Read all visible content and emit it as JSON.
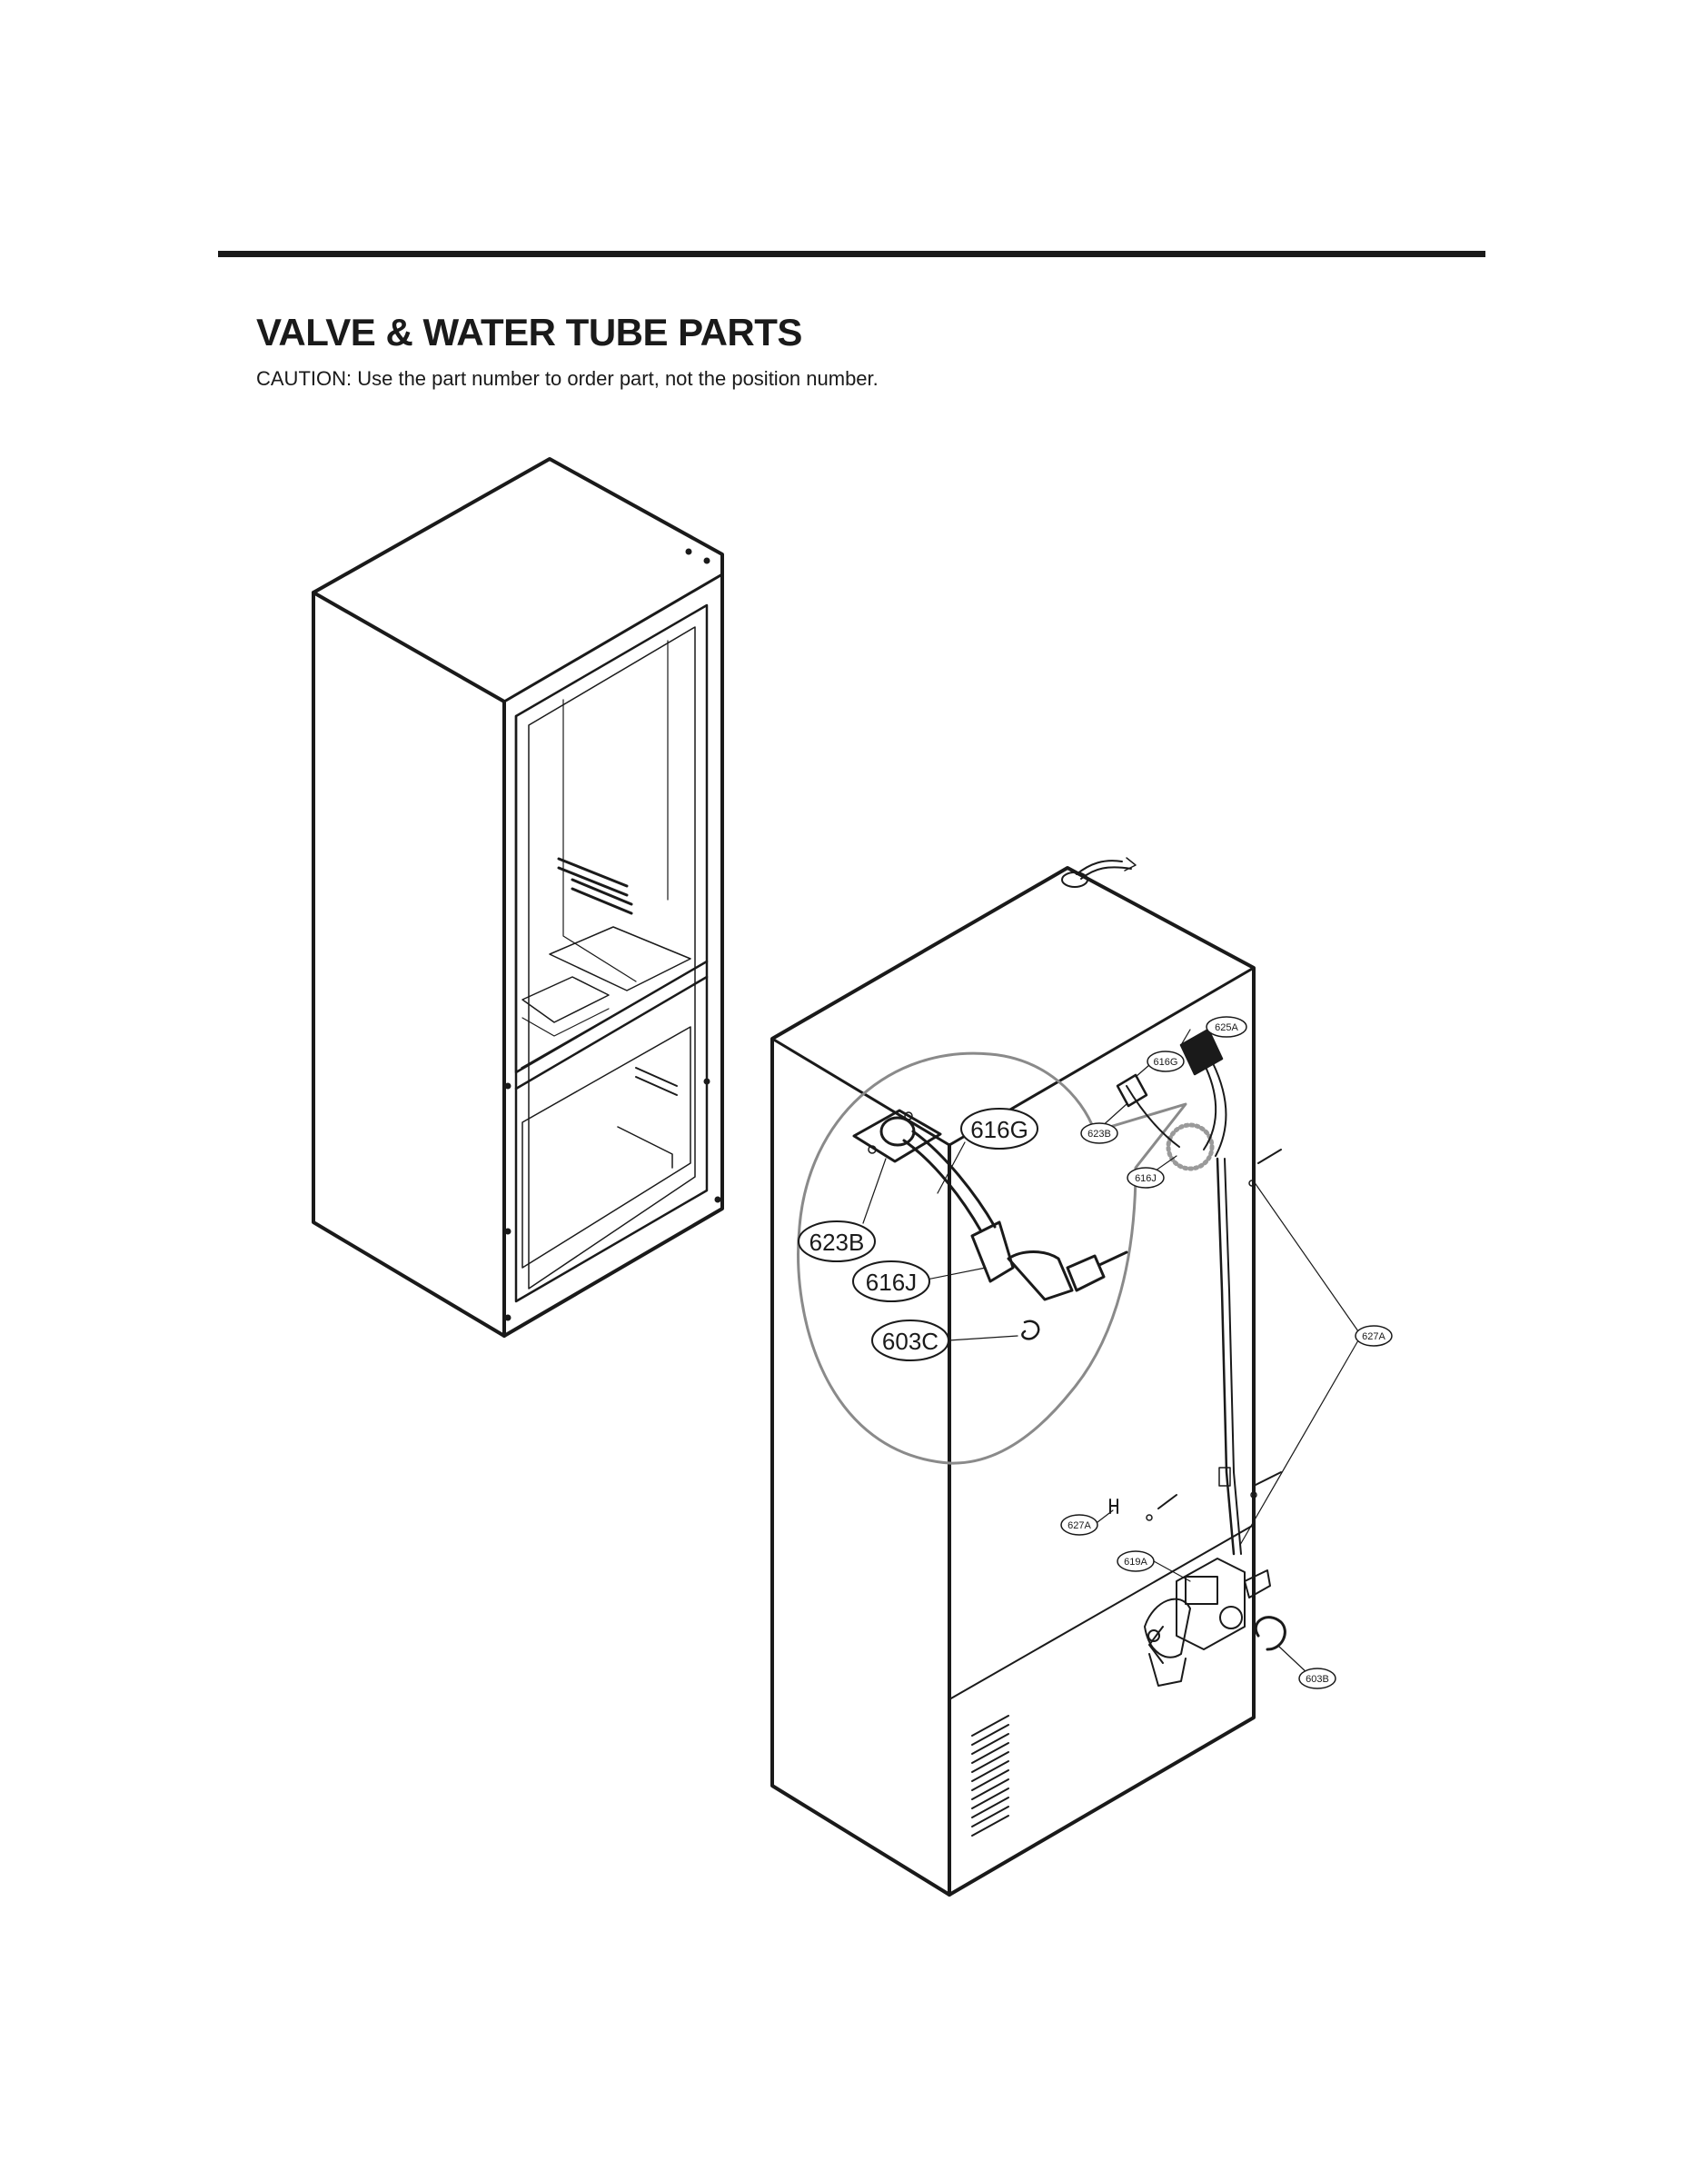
{
  "header": {
    "title": "VALVE & WATER TUBE PARTS",
    "caution": "CAUTION: Use the part number to order part, not the position number."
  },
  "callouts_detail": [
    "616G",
    "623B",
    "616J",
    "603C"
  ],
  "callouts_main": [
    "625A",
    "616G",
    "623B",
    "616J",
    "627A",
    "627A",
    "619A",
    "603B"
  ]
}
